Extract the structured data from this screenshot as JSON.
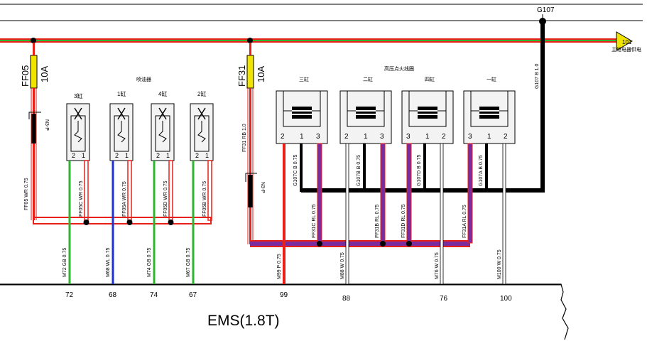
{
  "splice": {
    "label": "G107"
  },
  "connector_ref": {
    "label": "101"
  },
  "main_power_label": "主继电器供电",
  "fuses": [
    {
      "name": "FF05",
      "rating": "10A",
      "wire_up": "N3-P"
    },
    {
      "name": "FF31",
      "rating": "10A",
      "wire_up": "N3-P"
    }
  ],
  "injector_group_title": "喷油器",
  "injectors": [
    {
      "title": "3缸",
      "pin_a": "2",
      "pin_b": "1",
      "supply_wire": "FF05C WR 0.75",
      "signal_wire": "M72 GB 0.75",
      "ems_pin": "72"
    },
    {
      "title": "1缸",
      "pin_a": "2",
      "pin_b": "1",
      "supply_wire": "FF05A WR 0.75",
      "signal_wire": "M68 WL 0.75",
      "ems_pin": "68"
    },
    {
      "title": "4缸",
      "pin_a": "2",
      "pin_b": "1",
      "supply_wire": "FF05D WR 0.75",
      "signal_wire": "M74 GB 0.75",
      "ems_pin": "74"
    },
    {
      "title": "2缸",
      "pin_a": "2",
      "pin_b": "1",
      "supply_wire": "FF05B WR 0.75",
      "signal_wire": "M67 GB 0.75",
      "ems_pin": "67"
    }
  ],
  "injector_feed_wire": "FF05 WR 0.75",
  "coil_group_title": "高压点火线圈",
  "coils": [
    {
      "title": "三缸",
      "pins": [
        "2",
        "1",
        "3"
      ],
      "ground_wire": "G107C B 0.75",
      "supply_wire": "FF31C RL 0.75",
      "signal_wire": "M99 P 0.75",
      "ems_pin": "99"
    },
    {
      "title": "二缸",
      "pins": [
        "2",
        "1",
        "3"
      ],
      "ground_wire": "G107B B 0.75",
      "supply_wire": "FF31B RL 0.75",
      "signal_wire": "M88 W 0.75",
      "ems_pin": "88"
    },
    {
      "title": "四缸",
      "pins": [
        "3",
        "1",
        "2"
      ],
      "ground_wire": "G107D B 0.75",
      "supply_wire": "FF31D RL 0.75",
      "signal_wire": "M76 W 0.75",
      "ems_pin": "76"
    },
    {
      "title": "一缸",
      "pins": [
        "3",
        "1",
        "2"
      ],
      "ground_wire": "G107A B 0.75",
      "supply_wire": "FF31A RL 0.75",
      "signal_wire": "M100 W 0.75",
      "ems_pin": "100"
    }
  ],
  "coil_feed_wire": "FF31 RB 1.0",
  "ground_wire_main": "G107 B 1.0",
  "ems_label": "EMS(1.8T)",
  "colors": {
    "red": "#e8201a",
    "green": "#2fb52f",
    "yellow": "#f1e400",
    "blue": "#2030d0",
    "purple": "#7a2c9e",
    "black": "#000000"
  }
}
